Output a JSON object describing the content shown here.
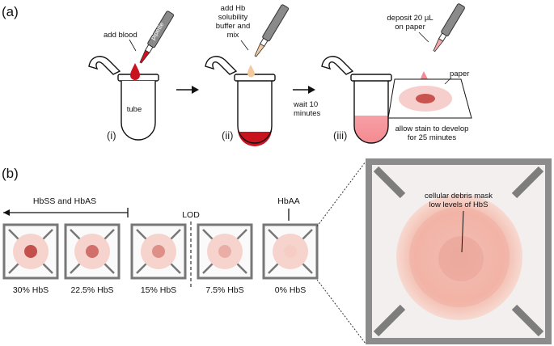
{
  "panel_a": {
    "label": "(a)",
    "step1": {
      "numeral": "(i)",
      "instruction": "add blood",
      "tube_label": "tube",
      "pipette_label": "pipette"
    },
    "step2": {
      "numeral": "(ii)",
      "instruction_lines": [
        "add Hb",
        "solubility",
        "buffer and",
        "mix"
      ]
    },
    "step3": {
      "numeral": "(iii)",
      "wait_lines": [
        "wait 10",
        "minutes"
      ]
    },
    "step4": {
      "deposit_lines": [
        "deposit 20 µL",
        "on paper"
      ],
      "paper_label": "paper",
      "develop_lines": [
        "allow stain to develop",
        "for 25 minutes"
      ]
    }
  },
  "panel_b": {
    "label": "(b)",
    "group_left": "HbSS and HbAS",
    "lod": "LOD",
    "group_right": "HbAA",
    "samples": [
      {
        "label": "30% HbS",
        "hbs_fraction": 0.3
      },
      {
        "label": "22.5% HbS",
        "hbs_fraction": 0.225
      },
      {
        "label": "15% HbS",
        "hbs_fraction": 0.15
      },
      {
        "label": "7.5% HbS",
        "hbs_fraction": 0.075
      },
      {
        "label": "0% HbS",
        "hbs_fraction": 0.0
      }
    ],
    "zoom_annotation_lines": [
      "cellular debris mask",
      "low levels of HbS"
    ]
  },
  "colors": {
    "blood": "#c8141e",
    "pink_liquid": "#f7a3a8",
    "buffer": "#f3c9a0",
    "stain_ring": "#f1c3bd",
    "stain_center": "#c9544f",
    "frame": "#777777",
    "pipette": "#8a8a8a"
  }
}
